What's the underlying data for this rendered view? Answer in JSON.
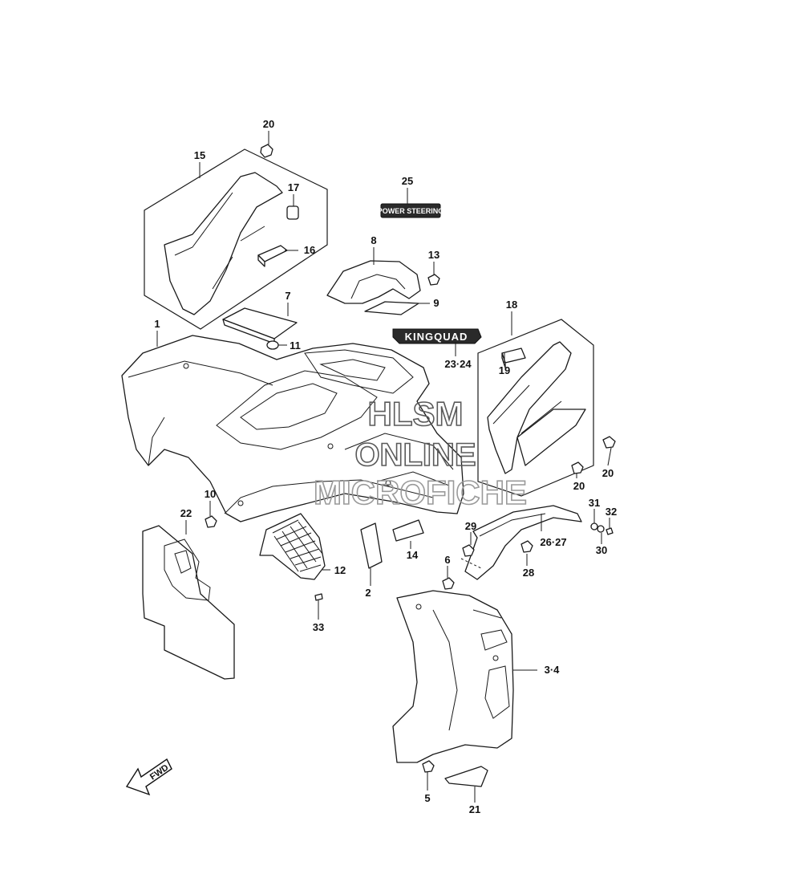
{
  "callouts": {
    "c1": "1",
    "c2": "2",
    "c3_4": "3·4",
    "c5": "5",
    "c6": "6",
    "c7": "7",
    "c8": "8",
    "c9": "9",
    "c10": "10",
    "c11": "11",
    "c12": "12",
    "c13": "13",
    "c14": "14",
    "c15": "15",
    "c16": "16",
    "c17": "17",
    "c18": "18",
    "c19": "19",
    "c20_top": "20",
    "c20_right": "20",
    "c20_lower": "20",
    "c21": "21",
    "c22": "22",
    "c23_24": "23·24",
    "c25": "25",
    "c26_27": "26·27",
    "c28": "28",
    "c29": "29",
    "c30": "30",
    "c31": "31",
    "c32": "32",
    "c33": "33"
  },
  "decals": {
    "power_steering": "POWER STEERING",
    "kingquad": "KINGQUAD",
    "fwd": "FWD"
  },
  "watermark": {
    "line1": "HLSM",
    "line2": "ONLINE",
    "line3": "MICROFICHE"
  },
  "colors": {
    "line": "#1a1a1a",
    "watermark": "#9a9a9a",
    "decal_fill": "#2a2a2a"
  }
}
